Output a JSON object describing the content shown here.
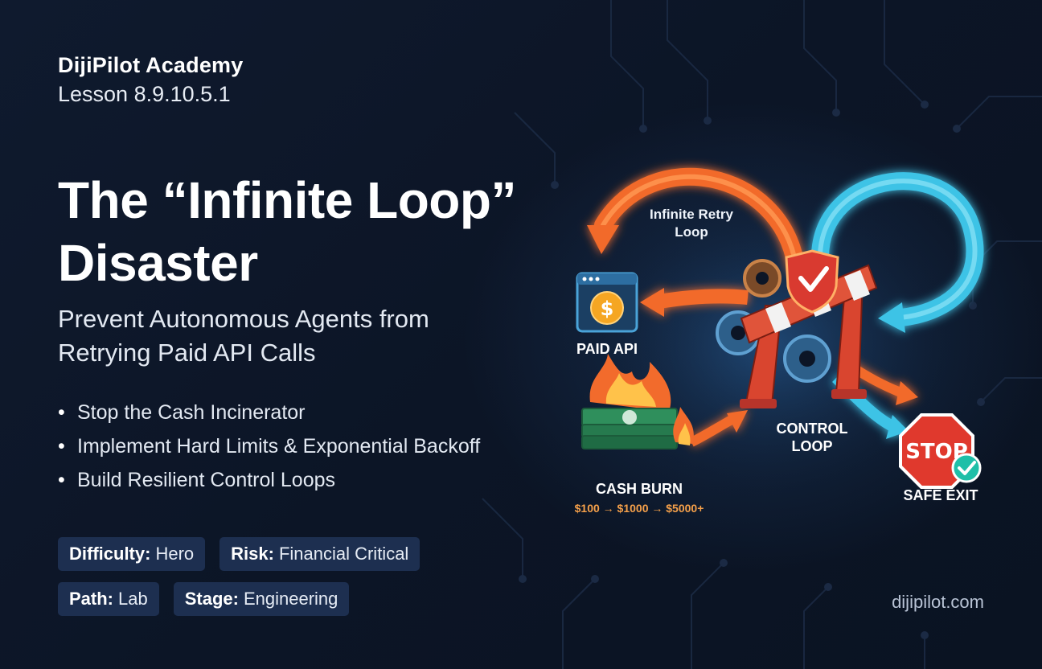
{
  "header": {
    "brand": "DijiPilot Academy",
    "lesson": "Lesson 8.9.10.5.1"
  },
  "hero": {
    "title": "The “Infinite Loop” Disaster",
    "subtitle": "Prevent Autonomous Agents from Retrying Paid API Calls"
  },
  "bullets": [
    "Stop the Cash Incinerator",
    "Implement Hard Limits & Exponential Backoff",
    "Build Resilient Control Loops"
  ],
  "tags": [
    {
      "key": "Difficulty:",
      "value": "Hero"
    },
    {
      "key": "Risk:",
      "value": "Financial Critical"
    },
    {
      "key": "Path:",
      "value": "Lab"
    },
    {
      "key": "Stage:",
      "value": "Engineering"
    }
  ],
  "graphic": {
    "loop_label": "Infinite Retry Loop",
    "api_label": "PAID API",
    "api_symbol": "$",
    "control_label": "CONTROL LOOP",
    "cash_label": "CASH BURN",
    "cash_flow": "$100 → $1000 → $5000+",
    "stop_sign": "STOP",
    "exit_label": "SAFE EXIT"
  },
  "colors": {
    "background": "#0c1526",
    "tag_bg": "#1d2f50",
    "loop_orange": "#f26b2c",
    "loop_blue": "#3cc3e6",
    "stop_red": "#e0392d",
    "check_teal": "#1fbfa8"
  },
  "icons": {
    "api": "browser-window-dollar-icon",
    "control": "barrier-shield-gear-icon",
    "cash": "burning-cash-icon",
    "stop": "stop-sign-check-icon"
  },
  "footer": {
    "site": "dijipilot.com"
  }
}
